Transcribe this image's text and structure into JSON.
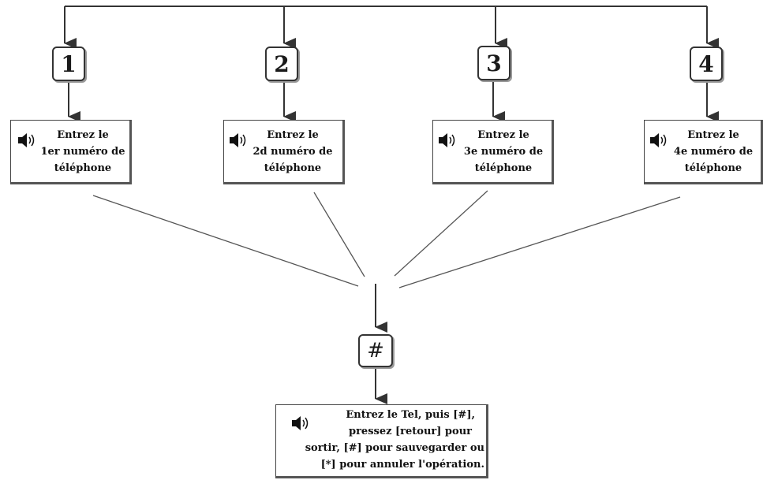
{
  "keys": [
    "1",
    "2",
    "3",
    "4"
  ],
  "hash_key": "#",
  "messages": [
    {
      "lines": [
        "Entrez le",
        "1er numéro de",
        "téléphone"
      ]
    },
    {
      "lines": [
        "Entrez le",
        "2d numéro de",
        "téléphone"
      ]
    },
    {
      "lines": [
        "Entrez le",
        "3e numéro de",
        "téléphone"
      ]
    },
    {
      "lines": [
        "Entrez le",
        "4e numéro de",
        "téléphone"
      ]
    }
  ],
  "final_message": {
    "lines": [
      "Entrez le Tel, puis [#],",
      "pressez [retour] pour",
      "sortir, [#] pour sauvegarder ou",
      "[*] pour annuler l'opération."
    ]
  },
  "icons": {
    "speaker": "speaker-icon"
  },
  "colors": {
    "line": "#333333",
    "border": "#333333",
    "background": "#ffffff"
  }
}
